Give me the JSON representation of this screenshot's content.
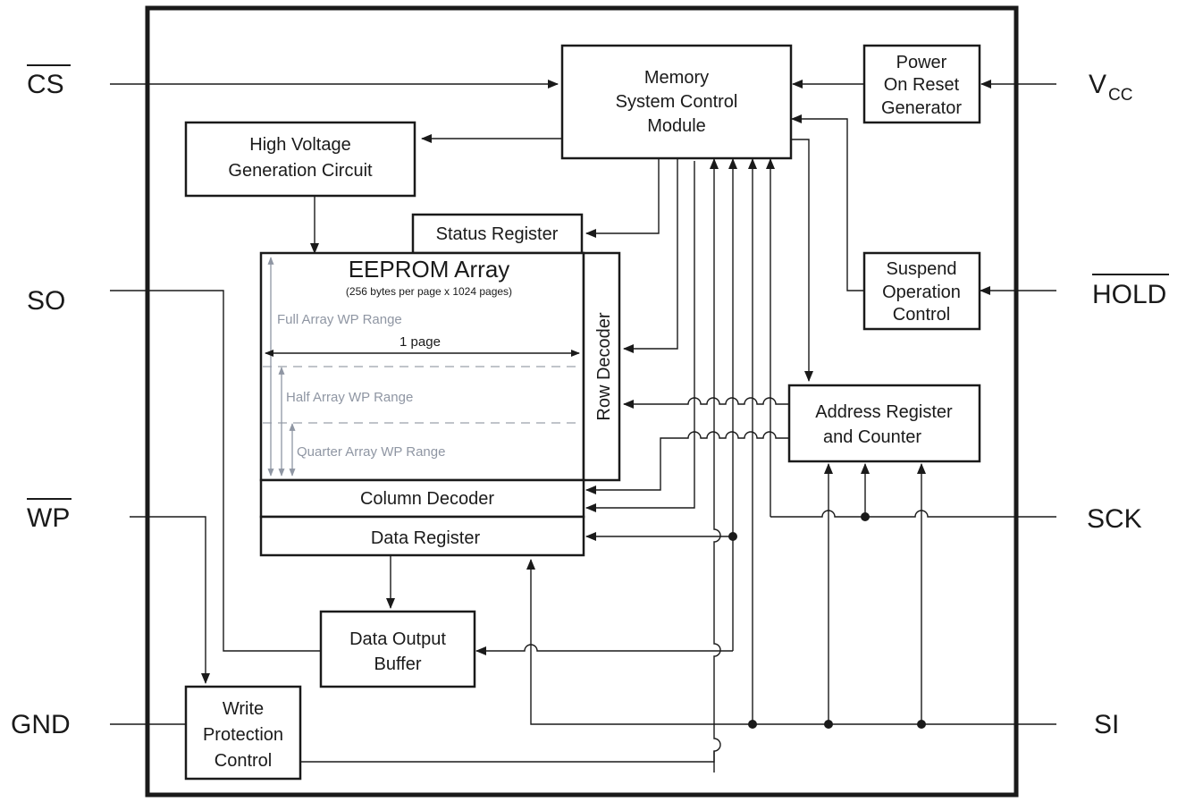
{
  "pins": {
    "cs": "CS",
    "so": "SO",
    "wp": "WP",
    "gnd": "GND",
    "vcc_main": "V",
    "vcc_sub": "CC",
    "hold": "HOLD",
    "sck": "SCK",
    "si": "SI"
  },
  "blocks": {
    "memory_control": [
      "Memory",
      "System Control",
      "Module"
    ],
    "power_on_reset": [
      "Power",
      "On Reset",
      "Generator"
    ],
    "high_voltage": [
      "High Voltage",
      "Generation Circuit"
    ],
    "status_register": "Status Register",
    "eeprom_title": "EEPROM Array",
    "eeprom_subtitle": "(256 bytes per page x 1024 pages)",
    "row_decoder": "Row Decoder",
    "column_decoder": "Column Decoder",
    "data_register": "Data Register",
    "suspend_operation": [
      "Suspend",
      "Operation",
      "Control"
    ],
    "address_register": [
      "Address Register",
      "and Counter"
    ],
    "data_output_buffer": [
      "Data Output",
      "Buffer"
    ],
    "write_protection": [
      "Write",
      "Protection",
      "Control"
    ]
  },
  "array_annotations": {
    "full_range": "Full Array WP Range",
    "one_page": "1 page",
    "half_range": "Half Array WP Range",
    "quarter_range": "Quarter Array WP Range"
  }
}
